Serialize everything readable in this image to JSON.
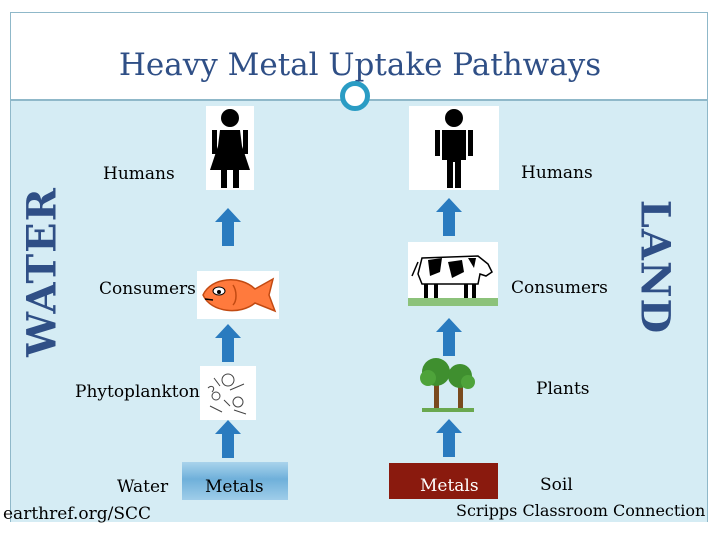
{
  "title": "Heavy Metal Uptake Pathways",
  "sides": {
    "left": "WATER",
    "right": "LAND"
  },
  "water_chain": {
    "humans": "Humans",
    "consumers": "Consumers",
    "producers": "Phytoplankton",
    "source": "Water",
    "metals": "Metals"
  },
  "land_chain": {
    "humans": "Humans",
    "consumers": "Consumers",
    "producers": "Plants",
    "source": "Soil",
    "metals": "Metals"
  },
  "footer": {
    "left": "earthref.org/SCC",
    "right": "Scripps Classroom Connection"
  },
  "icons": {
    "woman": "woman-icon",
    "man": "man-icon",
    "fish": "fish-icon",
    "cow": "cow-icon",
    "plankton": "phytoplankton-icon",
    "trees": "trees-icon",
    "arrow": "up-arrow-icon"
  },
  "colors": {
    "title": "#2f4f86",
    "panel": "#d5ecf4",
    "arrow": "#2a7bbf",
    "ring": "#2a9cc4",
    "soil_metals": "#8a1a0e"
  }
}
